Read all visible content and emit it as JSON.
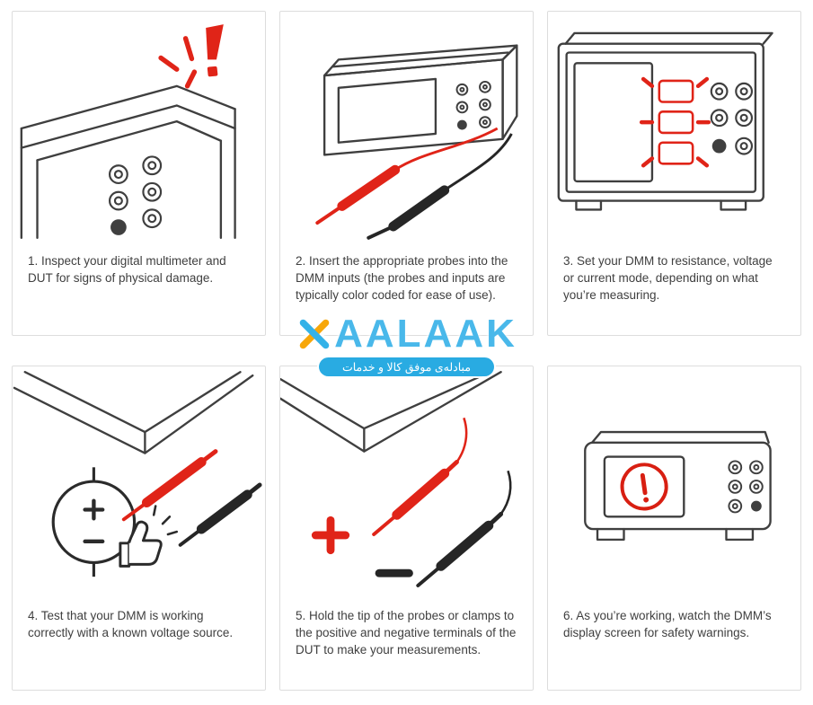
{
  "steps": [
    {
      "caption": "1. Inspect your digital multimeter and DUT for signs of physical damage."
    },
    {
      "caption": "2. Insert the appropriate probes into the DMM inputs (the probes and inputs are typically color coded for ease of use)."
    },
    {
      "caption": "3. Set your DMM to resistance, voltage or current mode, depending on what you’re measuring."
    },
    {
      "caption": "4. Test that your DMM is working correctly with a known voltage source."
    },
    {
      "caption": "5. Hold the tip of the probes or clamps to the positive and negative terminals of the DUT to make your measurements."
    },
    {
      "caption": "6. As you’re working, watch the DMM’s display screen for safety warnings."
    }
  ],
  "watermark": {
    "brand_text": "AALAAK",
    "tagline": "مبادله‌ی موفق کالا و خدمات"
  },
  "colors": {
    "line": "#3f3f3f",
    "accent_red": "#e02418",
    "probe_black": "#262626",
    "card_border": "#dddddd",
    "caption_text": "#3f3f3f",
    "brand_blue": "#49b8ea",
    "brand_yellow": "#f7a70a",
    "ribbon_blue": "#29abe2"
  }
}
